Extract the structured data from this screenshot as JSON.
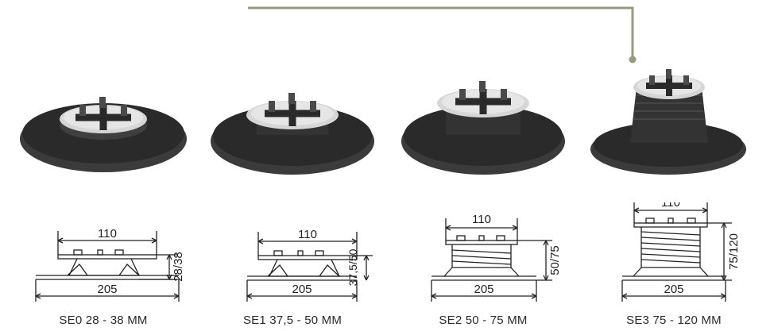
{
  "colors": {
    "connector": "#9a9a84",
    "pedestal_dark": "#2a2a2a",
    "pedestal_mid": "#3a3a3a",
    "top_plate": "#d9d9d9",
    "line": "#222222"
  },
  "products": [
    {
      "model": "SE0 28 - 38 MM",
      "top_width": "110",
      "base_width": "205",
      "height_range": "28/38"
    },
    {
      "model": "SE1 37,5 - 50 MM",
      "top_width": "110",
      "base_width": "205",
      "height_range": "37,5/50"
    },
    {
      "model": "SE2 50 - 75 MM",
      "top_width": "110",
      "base_width": "205",
      "height_range": "50/75"
    },
    {
      "model": "SE3 75 - 120 MM",
      "top_width": "110",
      "base_width": "205",
      "height_range": "75/120"
    }
  ]
}
